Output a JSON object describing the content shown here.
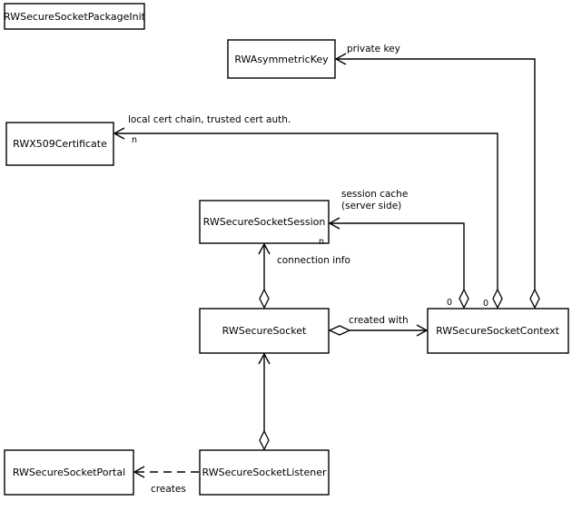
{
  "classes": {
    "package_init": "RWSecureSocketPackageInit",
    "asymmetric_key": "RWAsymmetricKey",
    "x509_certificate": "RWX509Certificate",
    "session": "RWSecureSocketSession",
    "socket": "RWSecureSocket",
    "context": "RWSecureSocketContext",
    "portal": "RWSecureSocketPortal",
    "listener": "RWSecureSocketListener"
  },
  "associations": {
    "private_key": "private key",
    "cert_chain": "local cert chain, trusted cert auth.",
    "session_cache_line1": "session cache",
    "session_cache_line2": "(server side)",
    "connection_info": "connection info",
    "created_with": "created with",
    "creates": "creates"
  },
  "multiplicities": {
    "cert_n": "n",
    "session_n": "n",
    "ctx_session_zero": "0",
    "ctx_cert_zero": "0"
  }
}
